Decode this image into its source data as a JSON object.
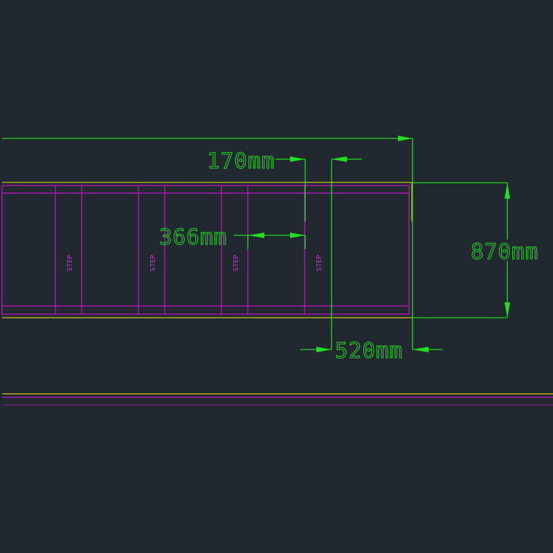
{
  "drawing": {
    "title": "Stair plan with steps",
    "step_label": "STEP",
    "dimensions": {
      "d170": "170mm",
      "d366": "366mm",
      "d870": "870mm",
      "d520": "520mm"
    },
    "colors": {
      "background": "#212830",
      "dimension": "#1fe01f",
      "outline": "#b8b020",
      "steps": "#d010d0"
    }
  }
}
